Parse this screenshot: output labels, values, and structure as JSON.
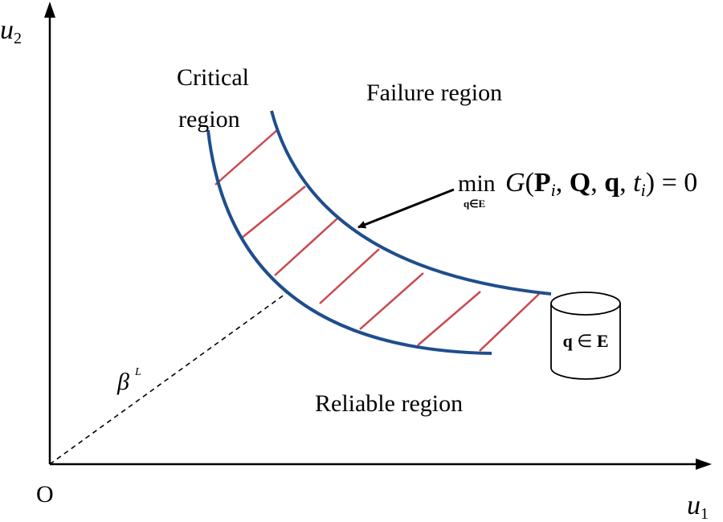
{
  "axes": {
    "origin_label": "O",
    "x_label": {
      "main": "u",
      "sub": "1"
    },
    "y_label": {
      "main": "u",
      "sub": "2"
    }
  },
  "regions": {
    "critical_line1": "Critical",
    "critical_line2": "region",
    "failure": "Failure region",
    "reliable": "Reliable region"
  },
  "beta": {
    "symbol": "β",
    "sup": "L"
  },
  "equation": {
    "min": "min",
    "subscript": "q∈E",
    "G": "G",
    "open": "(",
    "P": "P",
    "i1": "i",
    "c1": ", ",
    "Q": "Q",
    "c2": ", ",
    "q": "q",
    "c3": ", ",
    "t": "t",
    "i2": "i",
    "close": ") = 0"
  },
  "cylinder": {
    "q": "q",
    "in": " ∈ ",
    "E": "E"
  },
  "colors": {
    "curve": "#1f4e8c",
    "hatch": "#c9494d",
    "axis": "#000000"
  }
}
